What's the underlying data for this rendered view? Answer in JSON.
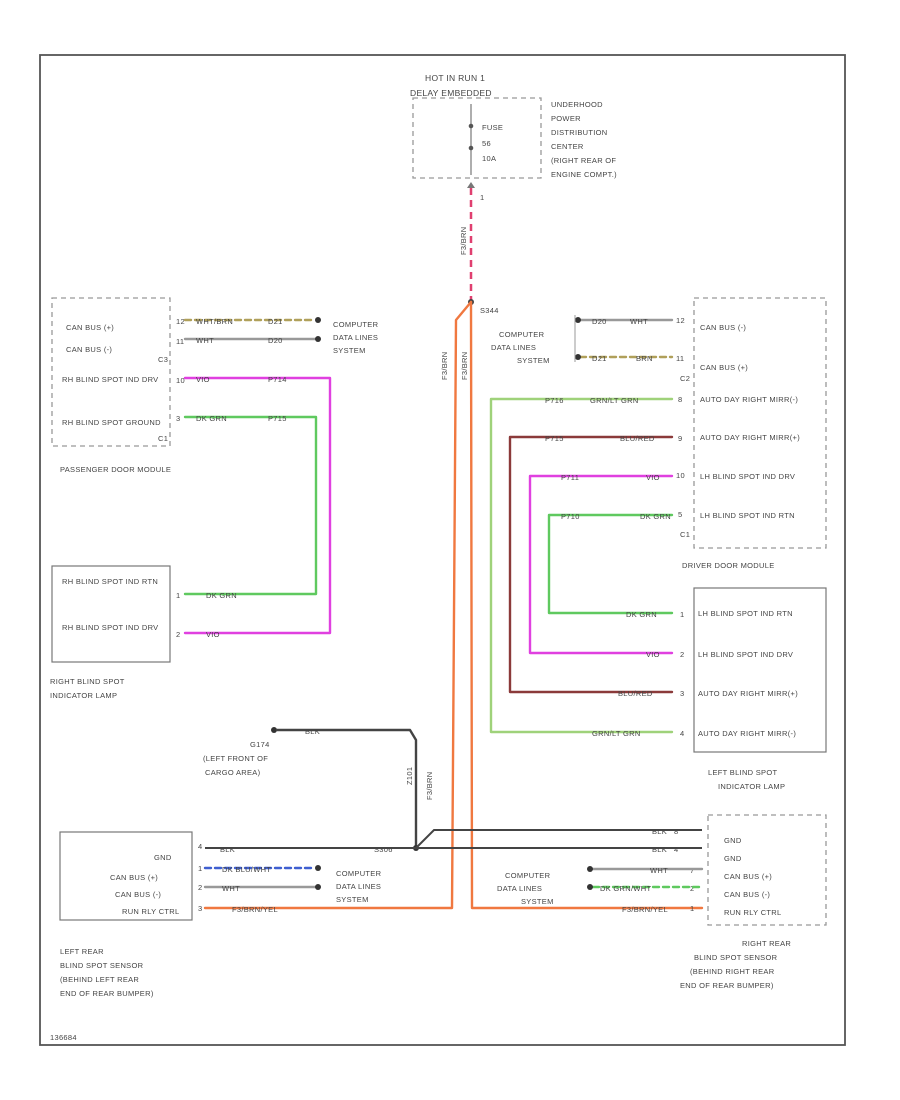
{
  "colors": {
    "pink": "#e040e0",
    "green": "#5fc95f",
    "lightgreen": "#9fd27a",
    "maroon": "#8b3a3a",
    "orange": "#f07840",
    "black": "#333333",
    "blue": "#3f5fd0",
    "frame": "#555555"
  },
  "top": {
    "line1": "HOT IN RUN 1",
    "line2": "DELAY EMBEDDED",
    "fuse": "FUSE",
    "fuse_num": "56",
    "fuse_amp": "10A",
    "pin": "1",
    "pdc": [
      "UNDERHOOD",
      "POWER",
      "DISTRIBUTION",
      "CENTER",
      "(RIGHT REAR OF",
      "ENGINE COMPT.)"
    ],
    "wire": "F3/BRN",
    "splice": "S344"
  },
  "passenger_module": {
    "name": "PASSENGER DOOR MODULE",
    "rows": [
      {
        "label": "CAN BUS (+)",
        "pin": "12",
        "wire": "WHT/BRN",
        "code": "D21"
      },
      {
        "label": "CAN BUS (-)",
        "pin": "11",
        "wire": "WHT",
        "code": "D20"
      },
      {
        "label": "RH BLIND SPOT IND DRV",
        "pin": "10",
        "wire": "VIO",
        "code": "P714"
      },
      {
        "label": "RH BLIND SPOT GROUND",
        "pin": "3",
        "wire": "DK GRN",
        "code": "P715"
      }
    ],
    "conn_c3": "C3",
    "conn_c1": "C1",
    "data_lines": [
      "COMPUTER",
      "DATA LINES",
      "SYSTEM"
    ]
  },
  "driver_module": {
    "name": "DRIVER DOOR MODULE",
    "rows": [
      {
        "label": "CAN BUS (-)",
        "pin": "12",
        "wire": "WHT",
        "code": "D20"
      },
      {
        "label": "CAN BUS (+)",
        "pin": "11",
        "wire": "BRN",
        "code": "D21"
      },
      {
        "label": "AUTO DAY RIGHT MIRR(-)",
        "pin": "8",
        "wire": "GRN/LT GRN",
        "code": "P716"
      },
      {
        "label": "AUTO DAY RIGHT MIRR(+)",
        "pin": "9",
        "wire": "BLU/RED",
        "code": "P715"
      },
      {
        "label": "LH BLIND SPOT IND DRV",
        "pin": "10",
        "wire": "VIO",
        "code": "P711"
      },
      {
        "label": "LH BLIND SPOT IND RTN",
        "pin": "5",
        "wire": "DK GRN",
        "code": "P710"
      }
    ],
    "conn_c2": "C2",
    "conn_c1": "C1",
    "data_lines": [
      "COMPUTER",
      "DATA LINES",
      "SYSTEM"
    ]
  },
  "right_lamp": {
    "name": [
      "RIGHT BLIND SPOT",
      "INDICATOR LAMP"
    ],
    "rows": [
      {
        "label": "RH BLIND SPOT IND RTN",
        "pin": "1",
        "wire": "DK GRN"
      },
      {
        "label": "RH BLIND SPOT IND DRV",
        "pin": "2",
        "wire": "VIO"
      }
    ]
  },
  "left_lamp": {
    "name": [
      "LEFT BLIND SPOT",
      "INDICATOR LAMP"
    ],
    "rows": [
      {
        "label": "LH BLIND SPOT IND RTN",
        "pin": "1",
        "wire": "DK GRN"
      },
      {
        "label": "LH BLIND SPOT IND DRV",
        "pin": "2",
        "wire": "VIO"
      },
      {
        "label": "AUTO DAY RIGHT MIRR(+)",
        "pin": "3",
        "wire": "BLU/RED"
      },
      {
        "label": "AUTO DAY RIGHT MIRR(-)",
        "pin": "4",
        "wire": "GRN/LT GRN"
      }
    ]
  },
  "ground": {
    "code": "G174",
    "desc": [
      "(LEFT FRONT OF",
      "CARGO AREA)"
    ],
    "wire": "BLK",
    "splice_wire": "Z101",
    "vertical_wire": "F3/BRN",
    "splice": "S306"
  },
  "left_sensor": {
    "name": [
      "LEFT REAR",
      "BLIND SPOT SENSOR",
      "(BEHIND LEFT REAR",
      "END OF REAR BUMPER)"
    ],
    "rows": [
      {
        "label": "GND",
        "pin": "4",
        "wire": "BLK"
      },
      {
        "label": "CAN BUS (+)",
        "pin": "1",
        "wire": "DK BLU/WHT"
      },
      {
        "label": "CAN BUS (-)",
        "pin": "2",
        "wire": "WHT"
      },
      {
        "label": "RUN RLY CTRL",
        "pin": "3",
        "wire": "F3/BRN/YEL"
      }
    ],
    "data_lines": [
      "COMPUTER",
      "DATA LINES",
      "SYSTEM"
    ]
  },
  "right_sensor": {
    "name": [
      "RIGHT REAR",
      "BLIND SPOT SENSOR",
      "(BEHIND RIGHT REAR",
      "END OF REAR BUMPER)"
    ],
    "rows": [
      {
        "label": "GND",
        "pin": "8",
        "wire": "BLK"
      },
      {
        "label": "GND",
        "pin": "4",
        "wire": "BLK"
      },
      {
        "label": "CAN BUS (+)",
        "pin": "7",
        "wire": "WHT"
      },
      {
        "label": "CAN BUS (-)",
        "pin": "2",
        "wire": "DK GRN/WHT"
      },
      {
        "label": "RUN RLY CTRL",
        "pin": "1",
        "wire": "F3/BRN/YEL"
      }
    ],
    "data_lines": [
      "COMPUTER",
      "DATA LINES",
      "SYSTEM"
    ]
  },
  "footer": "136684"
}
